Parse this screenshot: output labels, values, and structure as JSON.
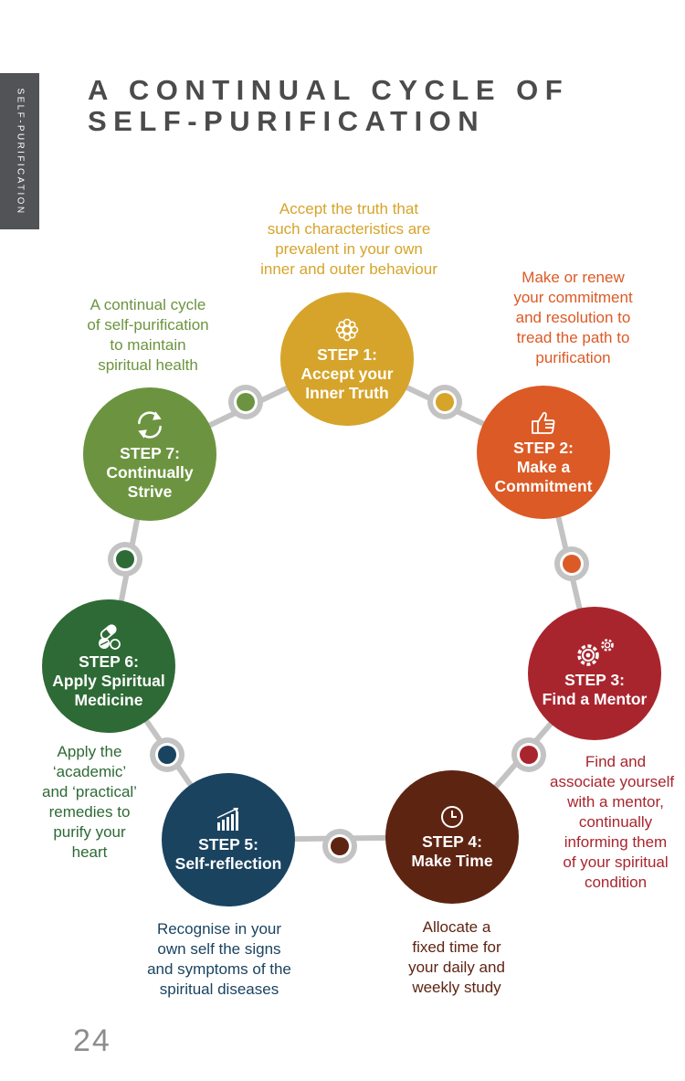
{
  "side_tab": "SELF-PURIFICATION",
  "title_lines": [
    "A CONTINUAL CYCLE OF",
    "SELF-PURIFICATION"
  ],
  "page_number": "24",
  "colors": {
    "step1": "#d6a42b",
    "step2": "#dc5a26",
    "step3": "#a9252d",
    "step4": "#5e2412",
    "step5": "#1a4360",
    "step6": "#2e6a35",
    "step7": "#6c9440",
    "connector": "#c3c3c3"
  },
  "steps": [
    {
      "title": "STEP 1:",
      "sub": [
        "Accept your",
        "Inner Truth"
      ],
      "icon": "flower-icon",
      "desc": [
        "Accept the truth that",
        "such characteristics are",
        "prevalent in your own",
        "inner and outer behaviour"
      ]
    },
    {
      "title": "STEP 2:",
      "sub": [
        "Make a",
        "Commitment"
      ],
      "icon": "thumbs-up-icon",
      "desc": [
        "Make or renew",
        "your commitment",
        "and resolution to",
        "tread the path to",
        "purification"
      ]
    },
    {
      "title": "STEP 3:",
      "sub": [
        "Find a Mentor"
      ],
      "icon": "gears-icon",
      "desc": [
        "Find and",
        "associate yourself",
        "with a mentor,",
        "continually",
        "informing them",
        "of your spiritual",
        "condition"
      ]
    },
    {
      "title": "STEP 4:",
      "sub": [
        "Make Time"
      ],
      "icon": "clock-icon",
      "desc": [
        "Allocate a",
        "fixed time for",
        "your daily and",
        "weekly study"
      ]
    },
    {
      "title": "STEP 5:",
      "sub": [
        "Self-reflection"
      ],
      "icon": "bar-chart-icon",
      "desc": [
        "Recognise in your",
        "own self the signs",
        "and symptoms of the",
        "spiritual diseases"
      ]
    },
    {
      "title": "STEP 6:",
      "sub": [
        "Apply Spiritual",
        "Medicine"
      ],
      "icon": "pills-icon",
      "desc": [
        "Apply the",
        "‘academic’",
        "and ‘practical’",
        "remedies to",
        "purify your",
        "heart"
      ]
    },
    {
      "title": "STEP 7:",
      "sub": [
        "Continually",
        "Strive"
      ],
      "icon": "cycle-arrows-icon",
      "desc": [
        "A continual cycle",
        "of self-purification",
        "to maintain",
        "spiritual health"
      ]
    }
  ]
}
